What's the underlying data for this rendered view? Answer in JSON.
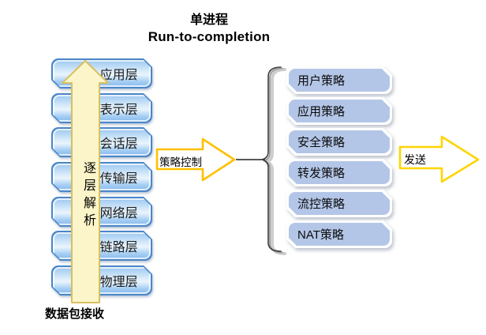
{
  "title": {
    "line1": "单进程",
    "line2": "Run-to-completion"
  },
  "left_stack": {
    "layers": [
      "应用层",
      "表示层",
      "会话层",
      "传输层",
      "网络层",
      "链路层",
      "物理层"
    ],
    "parse_arrow_label": "逐层解析",
    "receive_label": "数据包接收"
  },
  "policy_arrow_label": "策略控制",
  "right_stack": {
    "policies": [
      "用户策略",
      "应用策略",
      "安全策略",
      "转发策略",
      "流控策略",
      "NAT策略"
    ]
  },
  "send_arrow_label": "发送",
  "colors": {
    "layer_box_border": "#4a86c8",
    "policy_box_fill": "#b3c6e7",
    "arrow_fill_cream": "#fbf5c9",
    "arrow_outline_gold": "#d8bf60",
    "policy_arrow_outline": "#ffc000",
    "send_arrow_outline": "#ffd400"
  }
}
